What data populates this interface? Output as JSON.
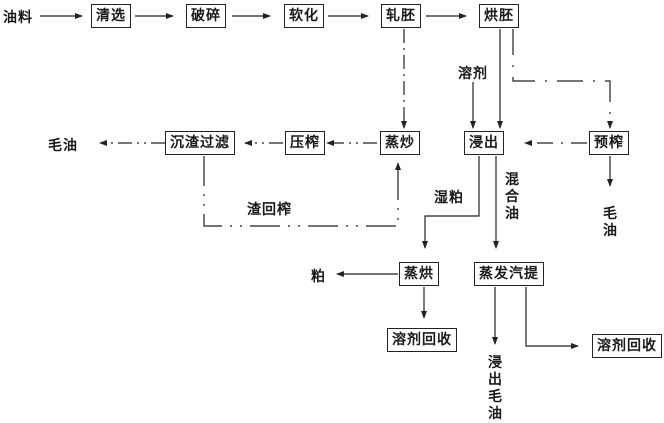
{
  "diagram": {
    "title": "",
    "nodes": {
      "input": "油料",
      "clean": "清选",
      "crush": "破碎",
      "soften": "软化",
      "roll": "轧胚",
      "bake": "烘胚",
      "steam_fry": "蒸炒",
      "press": "压榨",
      "settle_filter": "沉渣过滤",
      "extract": "浸出",
      "prepress": "预榨",
      "steam_dry": "蒸烘",
      "evap_strip": "蒸发汽提",
      "solvent_recovery_1": "溶剂回收",
      "solvent_recovery_2": "溶剂回收"
    },
    "labels": {
      "crude_oil_left": "毛油",
      "solvent": "溶剂",
      "residue_return": "渣回榨",
      "wet_meal": "湿粕",
      "miscella": "混合油",
      "crude_oil_prepress": "毛油",
      "meal": "粕",
      "extracted_crude_oil": "浸出毛油"
    },
    "edges": [
      {
        "from": "油料",
        "to": "清选",
        "style": "solid"
      },
      {
        "from": "清选",
        "to": "破碎",
        "style": "solid"
      },
      {
        "from": "破碎",
        "to": "软化",
        "style": "solid"
      },
      {
        "from": "软化",
        "to": "轧胚",
        "style": "solid"
      },
      {
        "from": "轧胚",
        "to": "烘胚",
        "style": "solid"
      },
      {
        "from": "轧胚",
        "to": "蒸炒",
        "style": "dash-dot"
      },
      {
        "from": "烘胚",
        "to": "浸出",
        "style": "solid"
      },
      {
        "from": "溶剂",
        "to": "浸出",
        "style": "solid"
      },
      {
        "from": "烘胚",
        "to": "预榨",
        "style": "dash-dot"
      },
      {
        "from": "蒸炒",
        "to": "压榨",
        "style": "dash-dot"
      },
      {
        "from": "压榨",
        "to": "沉渣过滤",
        "style": "dash-dot"
      },
      {
        "from": "沉渣过滤",
        "to": "毛油",
        "style": "dash-dot"
      },
      {
        "from": "沉渣过滤",
        "to": "蒸炒",
        "label": "渣回榨",
        "style": "dash-dot"
      },
      {
        "from": "预榨",
        "to": "浸出",
        "style": "dash-dot"
      },
      {
        "from": "预榨",
        "to": "毛油",
        "style": "solid"
      },
      {
        "from": "浸出",
        "to": "蒸烘",
        "label": "湿粕",
        "style": "solid"
      },
      {
        "from": "浸出",
        "to": "蒸发汽提",
        "label": "混合油",
        "style": "solid"
      },
      {
        "from": "蒸烘",
        "to": "粕",
        "style": "solid"
      },
      {
        "from": "蒸烘",
        "to": "溶剂回收",
        "style": "solid"
      },
      {
        "from": "蒸发汽提",
        "to": "浸出毛油",
        "style": "solid"
      },
      {
        "from": "蒸发汽提",
        "to": "溶剂回收",
        "style": "solid"
      }
    ]
  }
}
